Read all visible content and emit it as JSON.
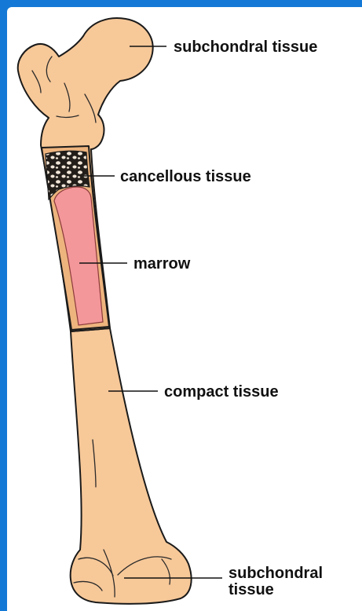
{
  "labels": {
    "subchondral_top": "subchondral tissue",
    "cancellous": "cancellous tissue",
    "marrow": "marrow",
    "compact": "compact tissue",
    "subchondral_bottom_line1": "subchondral",
    "subchondral_bottom_line2": "tissue"
  },
  "colors": {
    "background": "#1479d6",
    "bone": "#f7c898",
    "marrow": "#f4979a",
    "cancellous": "#2a2420",
    "outline": "#1a1a1a"
  }
}
